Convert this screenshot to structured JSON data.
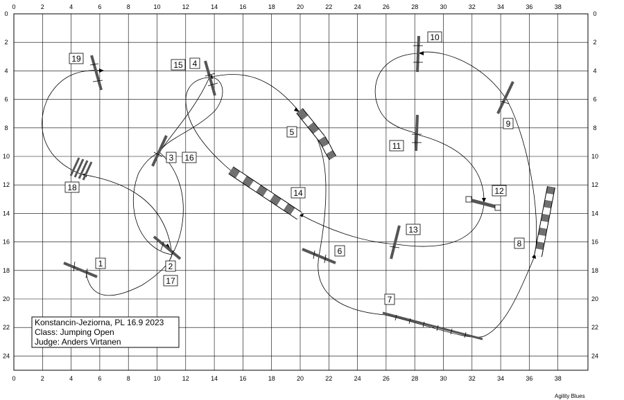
{
  "axes": {
    "x_ticks": [
      "0",
      "2",
      "4",
      "6",
      "8",
      "10",
      "12",
      "14",
      "16",
      "18",
      "20",
      "22",
      "24",
      "26",
      "28",
      "30",
      "32",
      "34",
      "36",
      "38"
    ],
    "y_ticks": [
      "0",
      "2",
      "4",
      "6",
      "8",
      "10",
      "12",
      "14",
      "16",
      "18",
      "20",
      "22",
      "24"
    ]
  },
  "labels": [
    "1",
    "2",
    "17",
    "3",
    "16",
    "4",
    "15",
    "5",
    "6",
    "7",
    "8",
    "9",
    "10",
    "11",
    "12",
    "13",
    "14",
    "18",
    "19"
  ],
  "info": {
    "line1": "Konstancin-Jeziorna, PL 16.9 2023",
    "line2": "Class: Jumping Open",
    "line3": "Judge: Anders Virtanen"
  },
  "brand": "Agility Blues",
  "colors": {
    "tunnel_dark": "#707070",
    "tunnel_light": "#ffffff",
    "grid": "#000000"
  }
}
